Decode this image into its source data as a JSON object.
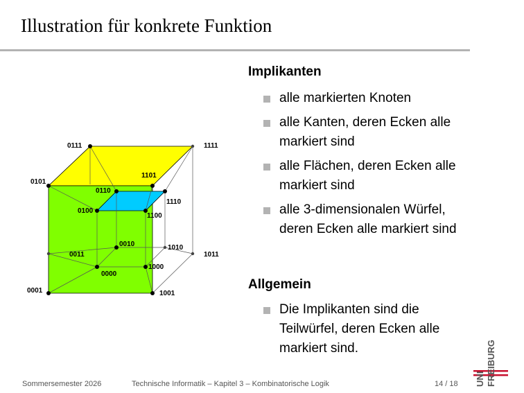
{
  "title": "Illustration für konkrete Funktion",
  "cube": {
    "labels": {
      "n0111": "0111",
      "n1111": "1111",
      "n0101": "0101",
      "n1101": "1101",
      "n0110": "0110",
      "n1110": "1110",
      "n0100": "0100",
      "n1100": "1100",
      "n0010": "0010",
      "n1010": "1010",
      "n0011": "0011",
      "n1011": "1011",
      "n1000": "1000",
      "n0000": "0000",
      "n0001": "0001",
      "n1001": "1001"
    },
    "colors": {
      "yellow": "#ffff00",
      "green": "#80ff00",
      "cyan": "#00ccff"
    }
  },
  "sections": [
    {
      "heading": "Implikanten",
      "items": [
        "alle markierten Knoten",
        "alle Kanten, deren Ecken alle markiert sind",
        "alle Flächen, deren Ecken alle markiert sind",
        "alle 3-dimensionalen Würfel, deren Ecken alle markiert sind"
      ]
    },
    {
      "heading": "Allgemein",
      "items": [
        "Die Implikanten sind die Teilwürfel, deren Ecken alle markiert sind."
      ]
    }
  ],
  "footer": {
    "semester": "Sommersemester 2026",
    "course": "Technische Informatik – Kapitel 3 – Kombinatorische Logik",
    "page": "14 / 18"
  },
  "logo": {
    "line1": "UNI",
    "line2": "FREIBURG",
    "accent": "#c8102e"
  }
}
